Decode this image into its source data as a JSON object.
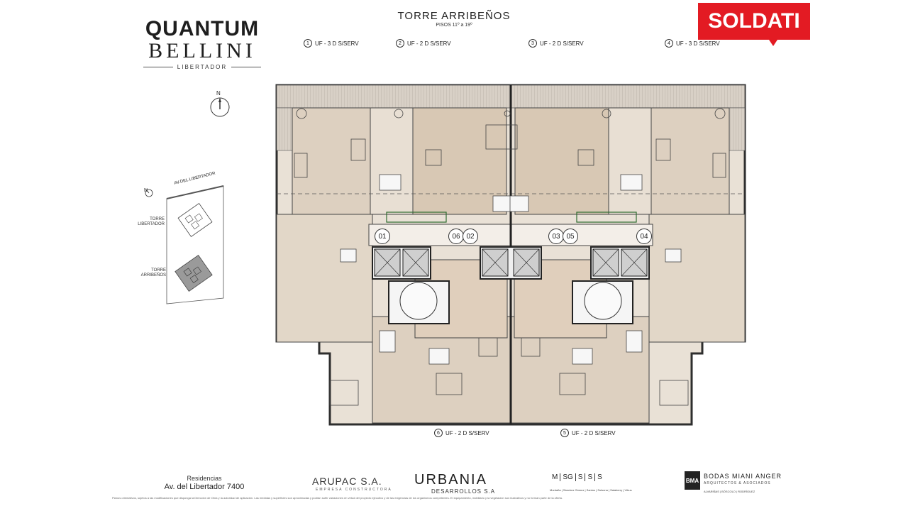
{
  "brand": {
    "line1": "QUANTUM",
    "line2": "BELLINI",
    "line3": "LIBERTADOR"
  },
  "header": {
    "title": "TORRE  ARRIBEÑOS",
    "subtitle": "PISOS  11º a 19º"
  },
  "top_units": [
    {
      "num": "1",
      "label": "UF - 3 D S/SERV"
    },
    {
      "num": "2",
      "label": "UF - 2 D S/SERV"
    },
    {
      "num": "3",
      "label": "UF - 2 D S/SERV"
    },
    {
      "num": "4",
      "label": "UF - 3 D S/SERV"
    }
  ],
  "bottom_units": [
    {
      "num": "6",
      "label": "UF - 2 D S/SERV"
    },
    {
      "num": "5",
      "label": "UF - 2 D S/SERV"
    }
  ],
  "unit_tags": [
    "01",
    "06",
    "02",
    "03",
    "05",
    "04"
  ],
  "agency": "SOLDATI",
  "compass": "N",
  "location": {
    "north": "N",
    "street": "AV.DEL LIBERTADOR",
    "tower1": [
      "TORRE",
      "LIBERTADOR"
    ],
    "tower2": [
      "TORRE",
      "ARRIBEÑOS"
    ]
  },
  "footer": {
    "residencias": "Residencias",
    "address": "Av. del Libertador  7400",
    "arupac": "ARUPAC S.A.",
    "arupac_sub": "EMPRESA CONSTRUCTORA",
    "urbania": "URBANIA",
    "urbania_sub": "DESARROLLOS S.A",
    "msgsss": [
      "M",
      "SG",
      "S",
      "S",
      "S"
    ],
    "msgsss_names": "Montaña | Sánchez Gómez | Santos | Solsona | Salaberry | Vitrus",
    "bma_mark": "BMA",
    "bma_name": "BODAS MIANI ANGER",
    "bma_sub": "ARQUITECTOS & ASOCIADOS",
    "bma_partners": "ALVARIÑAS | BÓSCOLO | RODRÍGUEZ",
    "disclaimer": "Planos orientativos, sujetos a las modificaciones que disponga la Dirección de Obra y la autoridad de aplicación. Las medidas y superficies son aproximadas y podrán sufrir variaciones en virtud del proyecto ejecutivo y de las exigencias de los organismos competentes. El equipamiento, mobiliario y la vegetación son ilustrativos y no forman parte de la oferta."
  },
  "colors": {
    "unit_fill": "#ddd0c0",
    "unit_fill_alt": "#e8dfd3",
    "wall": "#3a3a3a",
    "terrace": "#cfc6bb",
    "soldati_red": "#e31b23"
  }
}
